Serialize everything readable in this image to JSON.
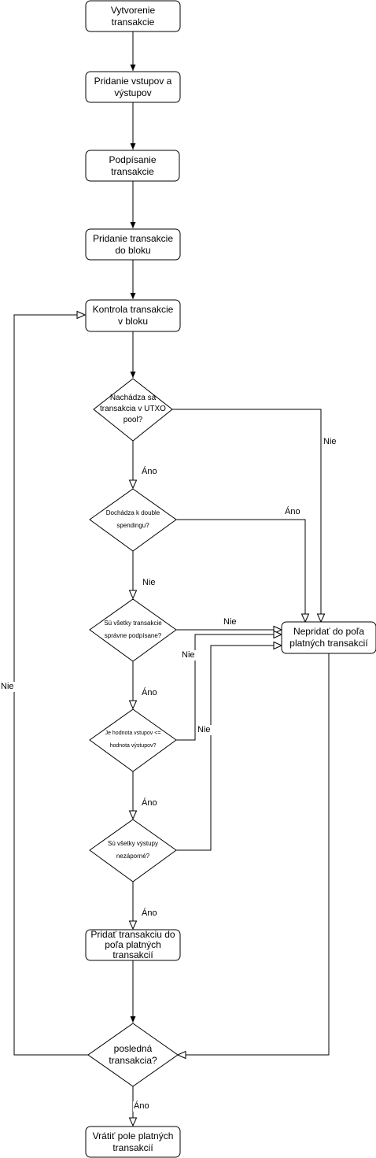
{
  "colors": {
    "stroke": "#000000",
    "fill": "#ffffff",
    "text": "#000000"
  },
  "nodes": {
    "create": "Vytvorenie transakcie",
    "add_io": "Pridanie vstupov a výstupov",
    "sign": "Podpísanie transakcie",
    "add_to_block": "Pridanie transakcie do bloku",
    "check": "Kontrola transakcie v bloku",
    "in_utxo": "Nachádza sa transakcia v UTXO pool?",
    "double_spend": "Dochádza k double spendingu?",
    "signed": "Sú všetky transakcie správne podpísane?",
    "value_check": "Je hodnota vstupov <= hodnota výstupov?",
    "non_negative": "Sú všetky výstupy nezáporné?",
    "add_valid": "Pridať transakciu do poľa platných transakcií",
    "reject": "Nepridať do poľa platných transakcií",
    "last": "posledná transakcia?",
    "return": "Vrátiť pole platných transakcií"
  },
  "edge_labels": {
    "utxo_no": "Nie",
    "utxo_yes": "Áno",
    "double_yes": "Áno",
    "double_no": "Nie",
    "signed_no": "Nie",
    "signed_yes": "Áno",
    "value_no": "Nie",
    "value_yes": "Áno",
    "nonneg_no": "Nie",
    "nonneg_yes": "Áno",
    "last_no": "Nie",
    "last_yes": "Áno"
  }
}
